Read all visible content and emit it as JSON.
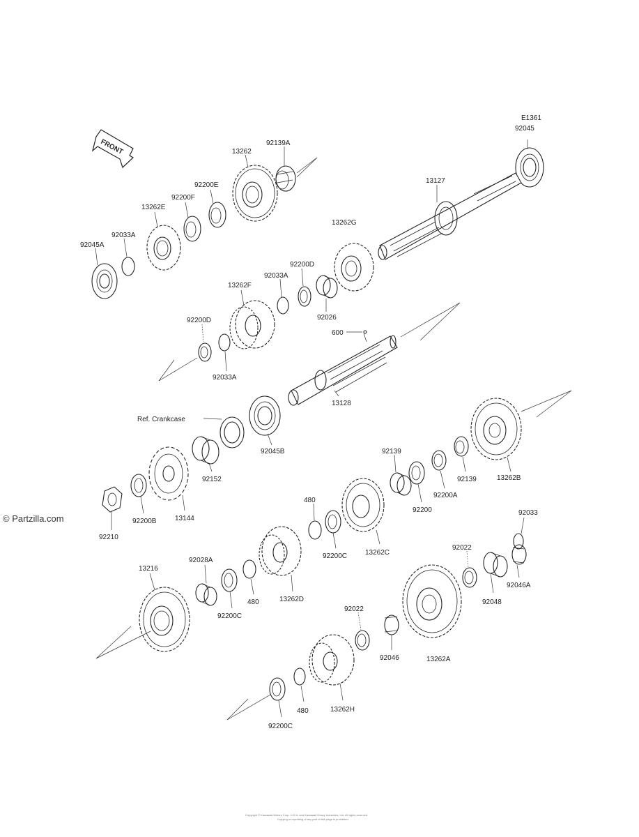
{
  "diagram": {
    "front_label": "FRONT",
    "ref_label": "Ref. Crankcase",
    "watermark": "© Partzilla.com",
    "footer_line1": "Copyright © Kawasaki Motors Corp. U.S.A. and Kawasaki Heavy Industries, Ltd. All rights reserved.",
    "footer_line2": "Copying or reprinting of any part of this page is prohibited.",
    "labels": {
      "e1361": "E1361",
      "p92045": "92045",
      "p92139A": "92139A",
      "p13262": "13262",
      "p13127": "13127",
      "p92200E": "92200E",
      "p92200F": "92200F",
      "p13262E": "13262E",
      "p92033A_1": "92033A",
      "p92045A": "92045A",
      "p13262G": "13262G",
      "p92200D_1": "92200D",
      "p92033A_2": "92033A",
      "p13262F": "13262F",
      "p92026": "92026",
      "p92200D_2": "92200D",
      "p92033A_3": "92033A",
      "p600": "600",
      "p13128": "13128",
      "p92045B": "92045B",
      "p92152": "92152",
      "p13144": "13144",
      "p92200B": "92200B",
      "p92210": "92210",
      "p92139_1": "92139",
      "p92200": "92200",
      "p92200A": "92200A",
      "p92139_2": "92139",
      "p13262B": "13262B",
      "p480_1": "480",
      "p92200C_1": "92200C",
      "p13262C": "13262C",
      "p13262D": "13262D",
      "p480_2": "480",
      "p92200C_2": "92200C",
      "p92028A": "92028A",
      "p13216": "13216",
      "p92033": "92033",
      "p92022_1": "92022",
      "p92046A": "92046A",
      "p92048": "92048",
      "p92022_2": "92022",
      "p92046": "92046",
      "p13262A": "13262A",
      "p13262H": "13262H",
      "p480_3": "480",
      "p92200C_3": "92200C"
    }
  }
}
